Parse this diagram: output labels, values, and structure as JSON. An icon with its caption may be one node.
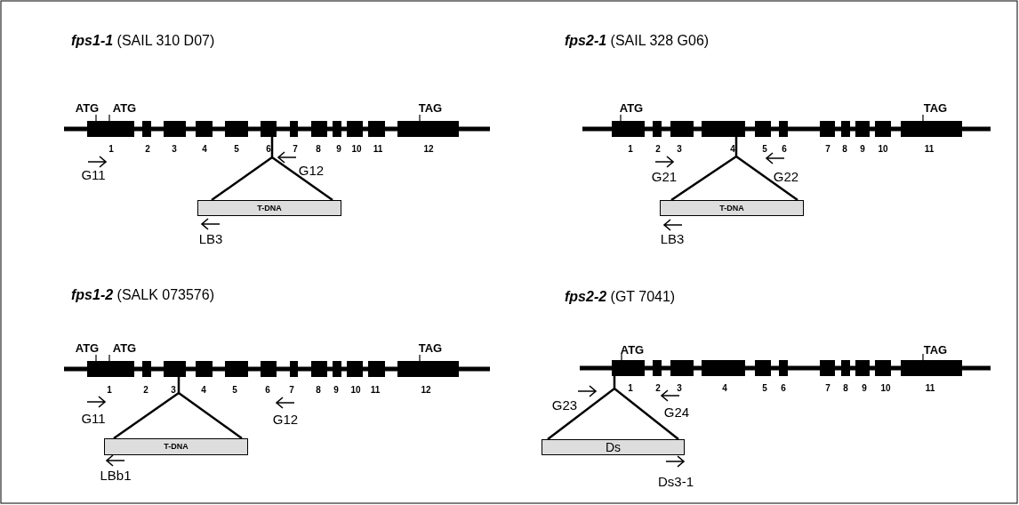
{
  "diagram": {
    "nodes": [
      {
        "text": [],
        "shape": "bar"
      },
      {
        "text": [
          "T-DNA"
        ]
      },
      {
        "text": [],
        "shape": "bar"
      },
      {
        "text": [
          "T-DNA"
        ]
      },
      {
        "text": [],
        "shape": "bar"
      },
      {
        "text": [
          "T-DNA"
        ]
      },
      {
        "text": [],
        "shape": "bar"
      },
      {
        "text": [
          "Ds"
        ]
      }
    ],
    "edges": [
      {
        "from": 1,
        "to": 0,
        "arrow": "none"
      },
      {
        "from": 3,
        "to": 2,
        "arrow": "none"
      },
      {
        "from": 5,
        "to": 4,
        "arrow": "none"
      },
      {
        "from": 7,
        "to": 6,
        "arrow": "none"
      }
    ],
    "labels": [
      "**fps1-1** (SAIL 310 D07)",
      "ATG",
      "ATG",
      "TAG",
      "1",
      "2",
      "3",
      "4",
      "5",
      "6",
      "7",
      "8",
      "9",
      "10",
      "11",
      "12",
      "G11",
      "G12",
      "LB3",
      "**fps2-1** (SAIL 328 G06)",
      "ATG",
      "TAG",
      "1",
      "2",
      "3",
      "4",
      "5",
      "6",
      "7",
      "8",
      "9",
      "10",
      "11",
      "G21",
      "G22",
      "LB3",
      "**fps1-2** (SALK 073576)",
      "ATG",
      "ATG",
      "TAG",
      "1",
      "2",
      "3",
      "4",
      "5",
      "6",
      "7",
      "8",
      "9",
      "10",
      "11",
      "12",
      "G11",
      "G12",
      "LBb1",
      "**fps2-2** (GT 7041)",
      "ATG",
      "TAG",
      "1",
      "2",
      "3",
      "4",
      "5",
      "6",
      "7",
      "8",
      "9",
      "10",
      "11",
      "G23",
      "G24",
      "Ds3-1"
    ]
  }
}
